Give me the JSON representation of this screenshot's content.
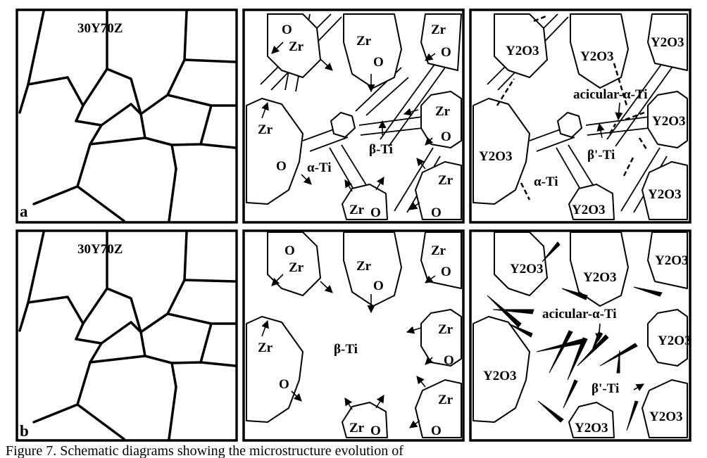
{
  "figure": {
    "panel_a": {
      "letter": "a",
      "composition_label": "30Y70Z"
    },
    "panel_b": {
      "letter": "b",
      "composition_label": "30Y70Z"
    }
  },
  "labels": {
    "zr": "Zr",
    "o": "O",
    "beta_ti": "β-Ti",
    "alpha_ti": "α-Ti",
    "y2o3": "Y2O3",
    "acicular_alpha_ti": "acicular-α-Ti",
    "beta_prime_ti": "β'-Ti"
  },
  "caption": {
    "text": "Figure 7. Schematic diagrams showing the microstructure evolution of"
  }
}
